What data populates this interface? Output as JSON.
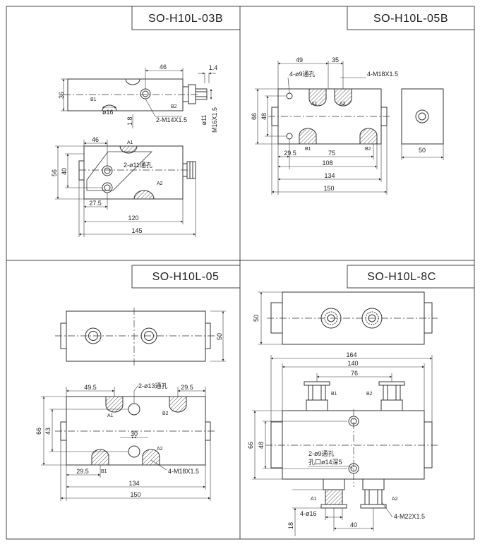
{
  "panels": [
    {
      "id": "p1",
      "title": "SO-H10L-03B",
      "labels": {
        "d46_top": "46",
        "d1_4": "1.4",
        "d36": "36",
        "d16": "ø16",
        "d18": "1.8",
        "thread_m14": "2-M14X1.5",
        "d11": "ø11",
        "m16": "M16X1.5",
        "d46_bot": "46",
        "d56": "56",
        "d40": "40",
        "hole_d11": "2-ø11通孔",
        "d27_5": "27.5",
        "d120": "120",
        "d145": "145",
        "port_b1": "B1",
        "port_b2": "B2",
        "port_a1": "A1",
        "port_a2": "A2"
      }
    },
    {
      "id": "p2",
      "title": "SO-H10L-05B",
      "labels": {
        "d49": "49",
        "d35": "35",
        "hole_d9": "4-ø9通孔",
        "thread_m18": "4-M18X1.5",
        "d66": "66",
        "d48": "48",
        "d29_5": "29.5",
        "d75": "75",
        "d108": "108",
        "d134": "134",
        "d150": "150",
        "d50": "50",
        "port_a1": "A1",
        "port_a2": "A2",
        "port_b1": "B1",
        "port_b2": "B2"
      }
    },
    {
      "id": "p3",
      "title": "SO-H10L-05",
      "labels": {
        "d50": "50",
        "d49_5": "49.5",
        "hole_d13": "2-ø13通孔",
        "d29_5_top": "29.5",
        "d66": "66",
        "d43": "43",
        "d30": "30",
        "d29_5_bot": "29.5",
        "thread_m18": "4-M18X1.5",
        "d134": "134",
        "d150": "150",
        "port_a1": "A1",
        "port_b2": "B2",
        "port_a2": "A2",
        "port_b1": "B1"
      }
    },
    {
      "id": "p4",
      "title": "SO-H10L-8C",
      "labels": {
        "d50": "50",
        "d164": "164",
        "d140": "140",
        "d76": "76",
        "d66": "66",
        "d48": "48",
        "hole_d9": "2-ø9通孔",
        "counterbore": "孔口ø14深5",
        "d16": "4-ø16",
        "d18": "18",
        "d40": "40",
        "thread_m22": "4-M22X1.5",
        "port_b1": "B1",
        "port_b2": "B2",
        "port_a1": "A1",
        "port_a2": "A2"
      }
    }
  ]
}
